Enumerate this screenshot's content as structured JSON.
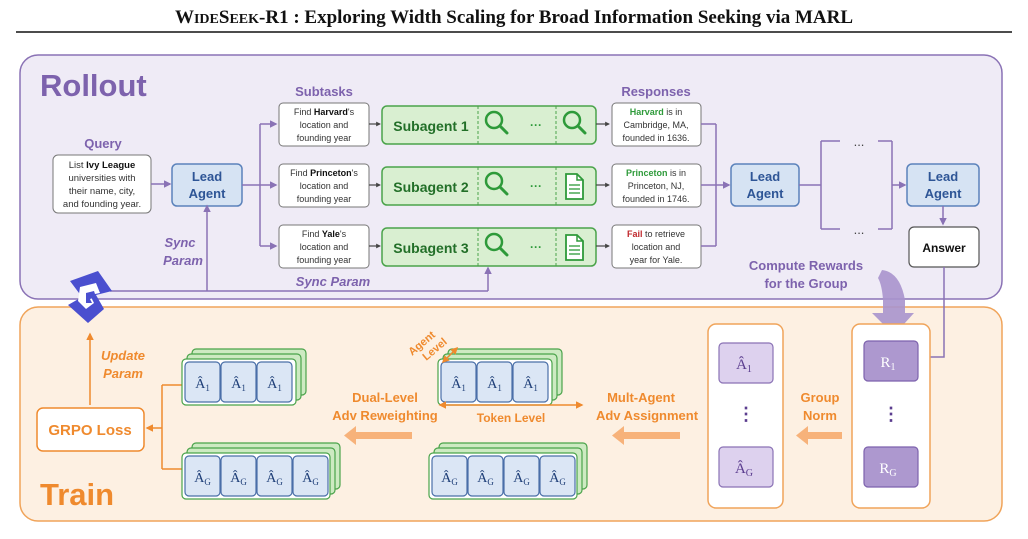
{
  "title": {
    "name_initial": "W",
    "name_small1": "IDE",
    "name_initial2": "S",
    "name_small2": "EEK",
    "name_suffix": "-R1",
    "rest": " : Exploring Width Scaling for Broad Information Seeking via MARL"
  },
  "rollout": {
    "label": "Rollout",
    "query_label": "Query",
    "query_lines": [
      {
        "pre": "List ",
        "bold": "Ivy League",
        "post": ""
      },
      {
        "pre": "universities with",
        "bold": "",
        "post": ""
      },
      {
        "pre": "their name, city,",
        "bold": "",
        "post": ""
      },
      {
        "pre": "and founding year.",
        "bold": "",
        "post": ""
      }
    ],
    "lead_agent_line1": "Lead",
    "lead_agent_line2": "Agent",
    "subtasks_label": "Subtasks",
    "responses_label": "Responses",
    "subtasks": [
      {
        "pre": "Find ",
        "bold": "Harvard",
        "post": "'s",
        "line2": "location and",
        "line3": "founding year"
      },
      {
        "pre": "Find ",
        "bold": "Princeton",
        "post": "'s",
        "line2": "location and",
        "line3": "founding year"
      },
      {
        "pre": "Find ",
        "bold": "Yale",
        "post": "'s",
        "line2": "location and",
        "line3": "founding year"
      }
    ],
    "subagents": [
      {
        "label": "Subagent 1",
        "last_icon": "search"
      },
      {
        "label": "Subagent 2",
        "last_icon": "document"
      },
      {
        "label": "Subagent 3",
        "last_icon": "document"
      }
    ],
    "dots": "···",
    "responses": [
      {
        "head": "Harvard",
        "head_color": "#2e9a3a",
        "tail": " is in",
        "line2": "Cambridge, MA,",
        "line3": "founded in 1636."
      },
      {
        "head": "Princeton",
        "head_color": "#2e9a3a",
        "tail": " is in",
        "line2": "Princeton, NJ,",
        "line3": "founded in 1746."
      },
      {
        "head": "Fail",
        "head_color": "#c0282d",
        "tail": " to retrieve",
        "line2": "location and",
        "line3": "year for Yale."
      }
    ],
    "ellipsis": "...",
    "answer": "Answer",
    "sync_param1_line1": "Sync",
    "sync_param1_line2": "Param",
    "sync_param2": "Sync Param",
    "compute_rewards_line1": "Compute Rewards",
    "compute_rewards_line2": "for the Group"
  },
  "train": {
    "label": "Train",
    "grpo_loss": "GRPO Loss",
    "update_param_line1": "Update",
    "update_param_line2": "Param",
    "dual_level_line1": "Dual-Level",
    "dual_level_line2": "Adv Reweighting",
    "multi_agent_line1": "Mult-Agent",
    "multi_agent_line2": "Adv Assignment",
    "group_norm_line1": "Group",
    "group_norm_line2": "Norm",
    "agent_level_line1": "Agent",
    "agent_level_line2": "Level",
    "token_level": "Token Level",
    "adv_1": "Â",
    "sub_1": "1",
    "sub_g": "G",
    "reward": "R",
    "vdots": "⋮"
  },
  "colors": {
    "rollout_bg": "#efebf6",
    "rollout_border": "#8a72b5",
    "rollout_text": "#7d62ad",
    "train_bg": "#fdf0e2",
    "train_border": "#f0a45a",
    "train_text": "#ef8a2e",
    "lead_fill": "#d6e3f3",
    "lead_border": "#5b82bb",
    "lead_text": "#2e5596",
    "subagent_fill": "#d9efd1",
    "subagent_border": "#4aa34a",
    "subagent_text": "#226f28",
    "purple_box": "#ad98cf",
    "purple_light": "#ddd1ee",
    "blue_tile": "#dbe6f5",
    "green_tile": "#cdeac2"
  }
}
